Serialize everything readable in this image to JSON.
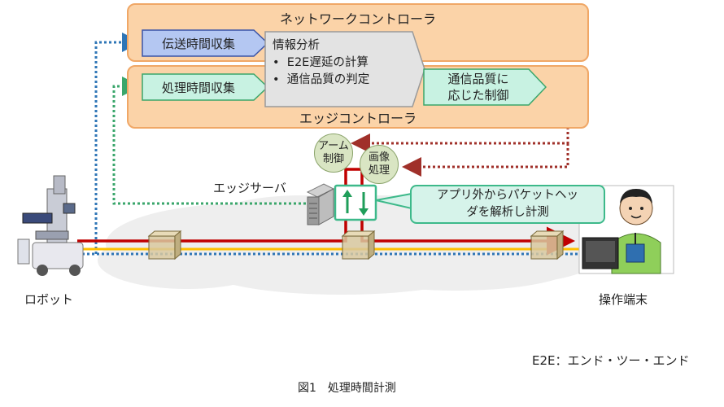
{
  "network_controller": {
    "title": "ネットワークコントローラ"
  },
  "edge_controller": {
    "title": "エッジコントローラ"
  },
  "transmit_time_collection": {
    "label": "伝送時間収集"
  },
  "processing_time_collection": {
    "label": "処理時間収集"
  },
  "info_analysis": {
    "title": "情報分析",
    "items": [
      "E2E遅延の計算",
      "通信品質の判定"
    ]
  },
  "quality_control": {
    "line1": "通信品質に",
    "line2": "応じた制御"
  },
  "bubbles": {
    "arm_control": {
      "line1": "アーム",
      "line2": "制御"
    },
    "image_processing": {
      "line1": "画像",
      "line2": "処理"
    }
  },
  "edge_server": {
    "label": "エッジサーバ"
  },
  "callout": {
    "line1": "アプリ外からパケットヘッ",
    "line2": "ダを解析し計測"
  },
  "robot": {
    "label": "ロボット"
  },
  "terminal": {
    "label": "操作端末"
  },
  "legend": {
    "e2e_note": "E2E：エンド・ツー・エンド"
  },
  "figure": {
    "caption": "図1　処理時間計測"
  },
  "colors": {
    "blue_dotted": "#2e75b6",
    "green_dotted": "#3aa66b",
    "red_path": "#c00000",
    "yellow_path": "#ffc000",
    "dark_red_dotted": "#a0302a"
  }
}
